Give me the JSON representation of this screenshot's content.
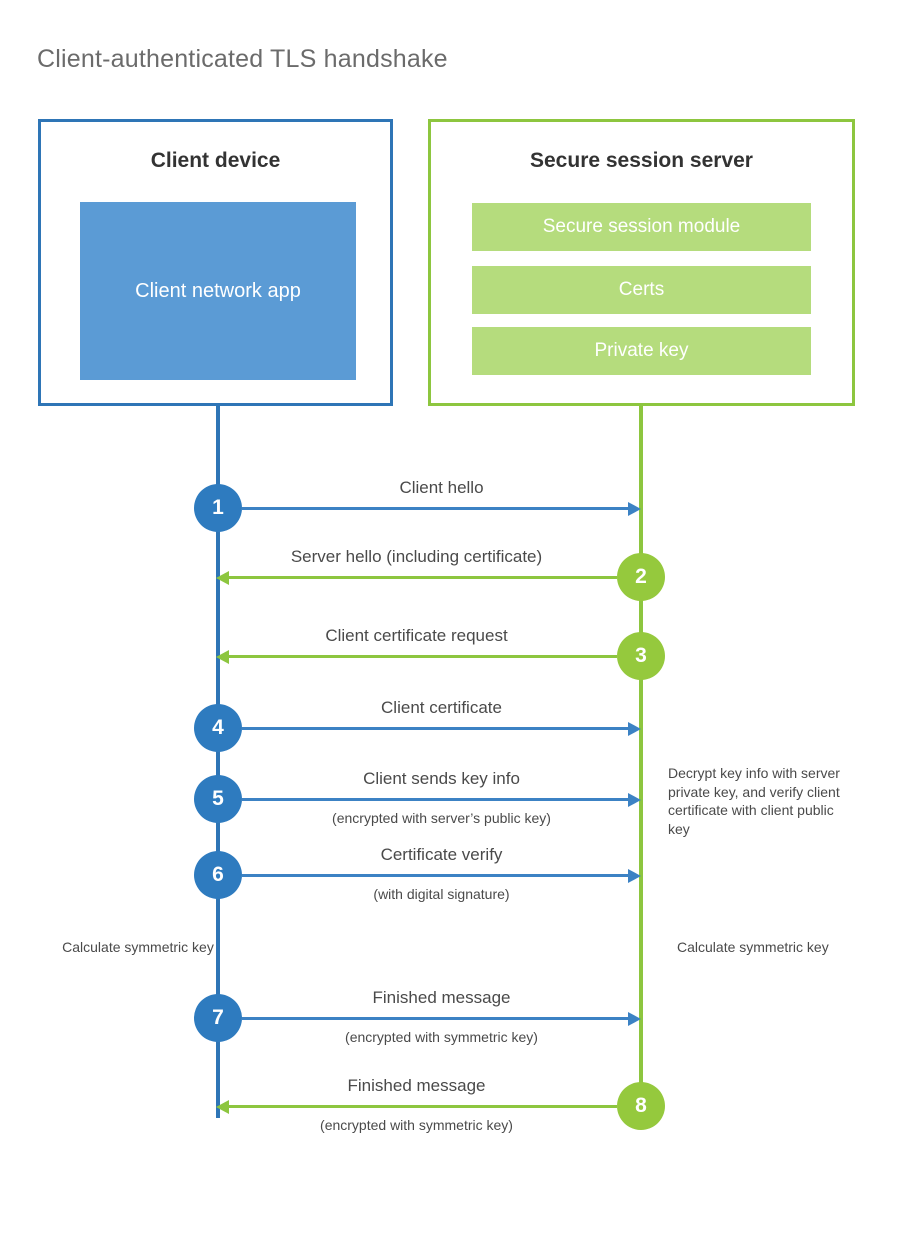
{
  "title": "Client-authenticated TLS handshake",
  "colors": {
    "client_accent": "#2e75b6",
    "client_fill": "#5b9bd5",
    "client_circle": "#2e7bbf",
    "client_arrow": "#3c82c4",
    "server_accent": "#8dc63f",
    "server_fill": "#b5dc7d",
    "server_circle": "#95c93d",
    "text": "#4a4a4a",
    "background": "#ffffff"
  },
  "client": {
    "title": "Client device",
    "app_label": "Client network app"
  },
  "server": {
    "title": "Secure session server",
    "blocks": [
      "Secure session module",
      "Certs",
      "Private key"
    ]
  },
  "notes": {
    "decrypt": "Decrypt key info with server private key, and verify client certificate with client public key",
    "calculate_client": "Calculate symmetric key",
    "calculate_server": "Calculate symmetric key"
  },
  "steps": [
    {
      "number": "1",
      "label": "Client hello",
      "sublabel": "",
      "from": "client",
      "to": "server"
    },
    {
      "number": "2",
      "label": "Server hello (including certificate)",
      "sublabel": "",
      "from": "server",
      "to": "client"
    },
    {
      "number": "3",
      "label": "Client certificate request",
      "sublabel": "",
      "from": "server",
      "to": "client"
    },
    {
      "number": "4",
      "label": "Client certificate",
      "sublabel": "",
      "from": "client",
      "to": "server"
    },
    {
      "number": "5",
      "label": "Client sends key info",
      "sublabel": "(encrypted with server’s public key)",
      "from": "client",
      "to": "server"
    },
    {
      "number": "6",
      "label": "Certificate verify",
      "sublabel": "(with digital signature)",
      "from": "client",
      "to": "server"
    },
    {
      "number": "7",
      "label": "Finished message",
      "sublabel": "(encrypted with symmetric key)",
      "from": "client",
      "to": "server"
    },
    {
      "number": "8",
      "label": "Finished message",
      "sublabel": "(encrypted with symmetric key)",
      "from": "server",
      "to": "client"
    }
  ],
  "chart_data": {
    "type": "diagram",
    "diagram_kind": "sequence",
    "title": "Client-authenticated TLS handshake",
    "actors": [
      "Client device",
      "Secure session server"
    ],
    "messages": [
      {
        "step": 1,
        "text": "Client hello",
        "direction": "client->server"
      },
      {
        "step": 2,
        "text": "Server hello (including certificate)",
        "direction": "server->client"
      },
      {
        "step": 3,
        "text": "Client certificate request",
        "direction": "server->client"
      },
      {
        "step": 4,
        "text": "Client certificate",
        "direction": "client->server"
      },
      {
        "step": 5,
        "text": "Client sends key info (encrypted with server’s public key)",
        "direction": "client->server"
      },
      {
        "step": 6,
        "text": "Certificate verify (with digital signature)",
        "direction": "client->server"
      },
      {
        "step": 7,
        "text": "Finished message (encrypted with symmetric key)",
        "direction": "client->server"
      },
      {
        "step": 8,
        "text": "Finished message (encrypted with symmetric key)",
        "direction": "server->client"
      }
    ]
  }
}
